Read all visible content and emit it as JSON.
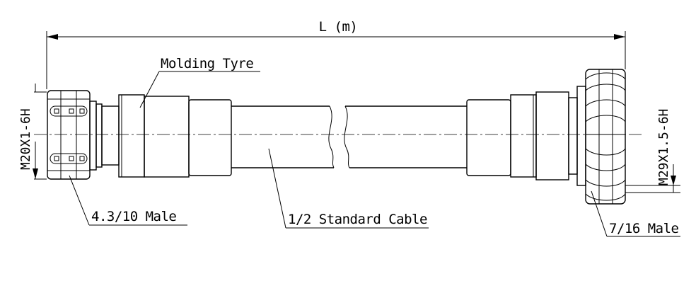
{
  "drawing": {
    "length_label": "L (m)",
    "molding_label": "Molding Tyre",
    "left_connector_label": "4.3/10 Male",
    "cable_label": "1/2 Standard Cable",
    "right_connector_label": "7/16 Male",
    "left_thread_label": "M20X1-6H",
    "right_thread_label": "M29X1.5-6H"
  }
}
